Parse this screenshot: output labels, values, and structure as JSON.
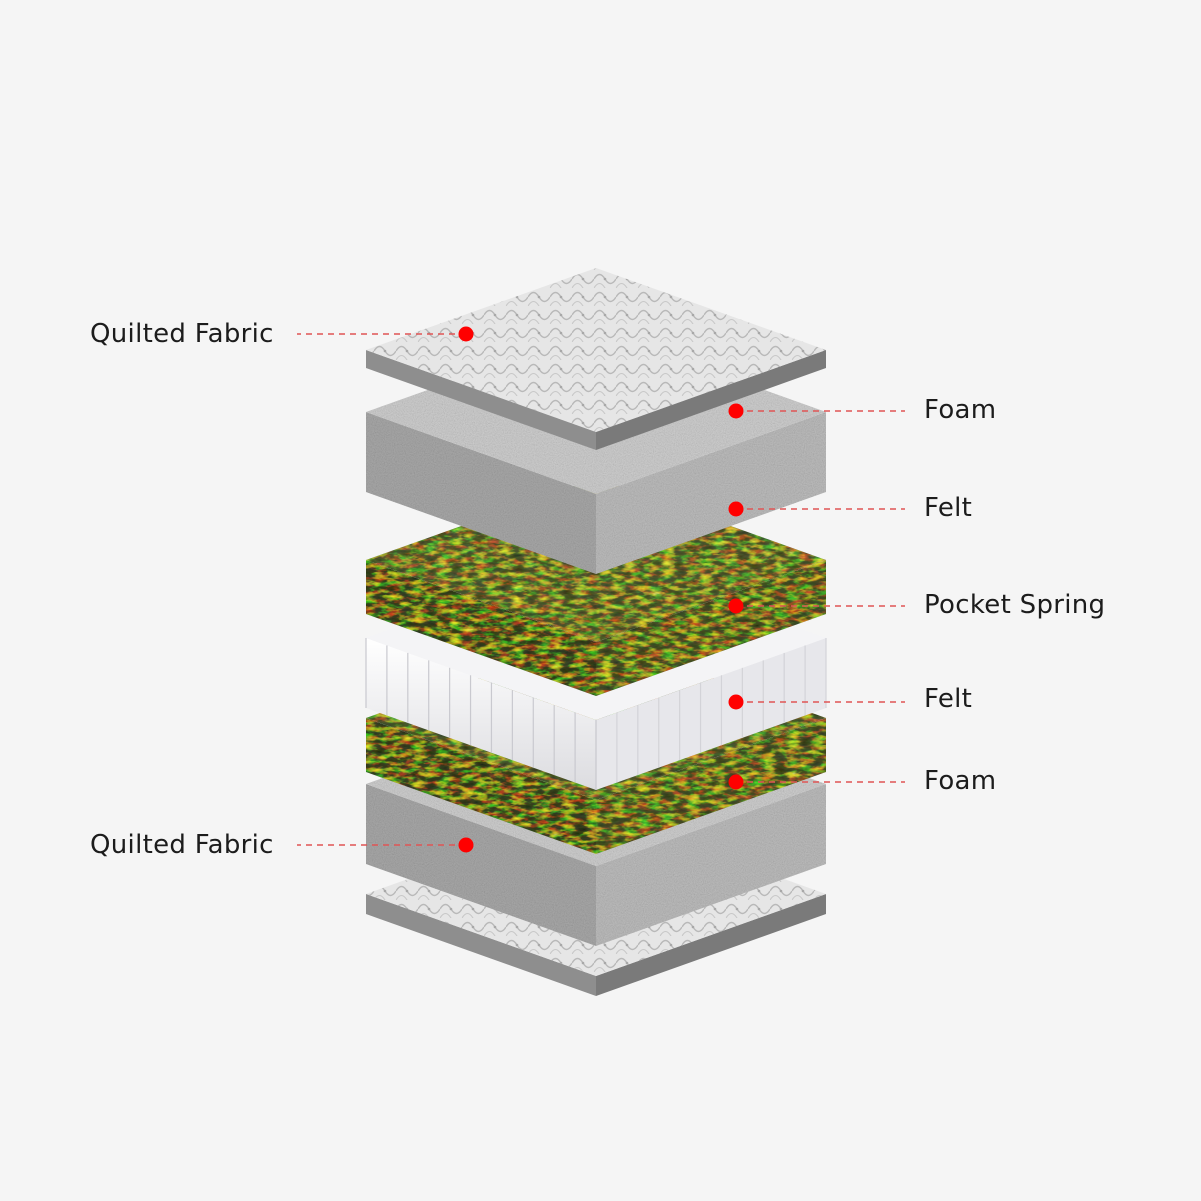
{
  "layers": [
    {
      "id": "quilted-top",
      "name": "Quilted Fabric",
      "material": "quilted"
    },
    {
      "id": "foam-top",
      "name": "Foam",
      "material": "foam"
    },
    {
      "id": "felt-top",
      "name": "Felt",
      "material": "felt"
    },
    {
      "id": "pocket-spring",
      "name": "Pocket Spring",
      "material": "spring"
    },
    {
      "id": "felt-bottom",
      "name": "Felt",
      "material": "felt"
    },
    {
      "id": "foam-bottom",
      "name": "Foam",
      "material": "foam"
    },
    {
      "id": "quilted-bottom",
      "name": "Quilted Fabric",
      "material": "quilted"
    }
  ],
  "colors": {
    "background": "#f5f5f5",
    "marker": "#ff0000",
    "leader_line": "#e05555",
    "label_text": "#1c1c1c",
    "quilted_top": "#e4e4e4",
    "quilted_side": "#8e8e8e",
    "foam_top": "#cfcfcf",
    "foam_side": "#a9a9a9",
    "felt_top": "#4f5a38",
    "felt_side": "#3b4329",
    "spring": "#f4f4f6"
  }
}
